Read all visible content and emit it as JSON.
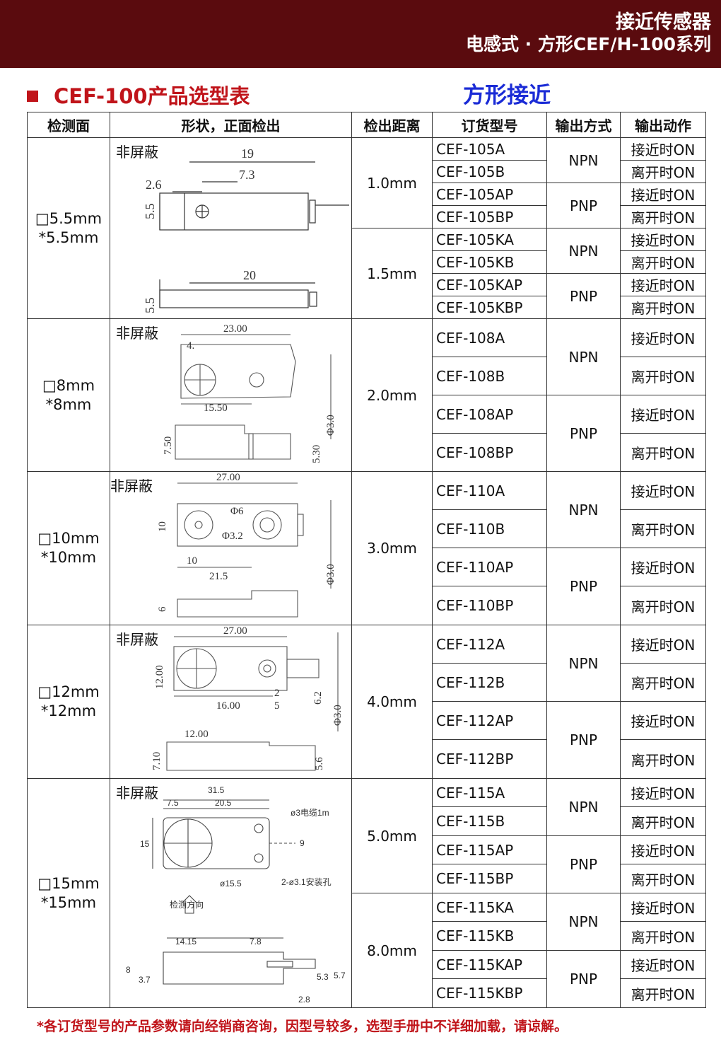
{
  "header": {
    "title": "接近传感器",
    "subtitle": "电感式 · 方形CEF/H-100系列"
  },
  "section": {
    "title": "CEF-100产品选型表",
    "tagline": "方形接近"
  },
  "table": {
    "headers": [
      "检测面",
      "形状，正面检出",
      "检出距离",
      "订货型号",
      "输出方式",
      "输出动作"
    ],
    "shape_label": "非屏蔽",
    "groups": [
      {
        "face": "□5.5mm\n*5.5mm",
        "dims": [
          "19",
          "7.3",
          "2.6",
          "5.5",
          "20",
          "5.5"
        ]
      },
      {
        "face": "□8mm\n*8mm",
        "dims": [
          "23.00",
          "4.",
          "15.50",
          "7.50",
          "5.30",
          "Φ3.0"
        ]
      },
      {
        "face": "□10mm\n*10mm",
        "dims": [
          "27.00",
          "Φ6",
          "Φ3.2",
          "10",
          "10",
          "21.5",
          "Φ3.0",
          "6"
        ]
      },
      {
        "face": "□12mm\n*12mm",
        "dims": [
          "27.00",
          "12.00",
          "16.00",
          "2",
          "5",
          "6.2",
          "Φ3.0",
          "12.00",
          "7.10",
          "5.6"
        ]
      },
      {
        "face": "□15mm\n*15mm",
        "dims": [
          "31.5",
          "7.5",
          "20.5",
          "ø3电缆1m",
          "15",
          "9",
          "ø15.5",
          "2-ø3.1安装孔",
          "检测方向",
          "14.15",
          "7.8",
          "8",
          "3.7",
          "5.3",
          "5.7",
          "2.8"
        ]
      }
    ],
    "distances": [
      "1.0mm",
      "1.5mm",
      "2.0mm",
      "3.0mm",
      "4.0mm",
      "5.0mm",
      "8.0mm"
    ],
    "models": [
      "CEF-105A",
      "CEF-105B",
      "CEF-105AP",
      "CEF-105BP",
      "CEF-105KA",
      "CEF-105KB",
      "CEF-105KAP",
      "CEF-105KBP",
      "CEF-108A",
      "CEF-108B",
      "CEF-108AP",
      "CEF-108BP",
      "CEF-110A",
      "CEF-110B",
      "CEF-110AP",
      "CEF-110BP",
      "CEF-112A",
      "CEF-112B",
      "CEF-112AP",
      "CEF-112BP",
      "CEF-115A",
      "CEF-115B",
      "CEF-115AP",
      "CEF-115BP",
      "CEF-115KA",
      "CEF-115KB",
      "CEF-115KAP",
      "CEF-115KBP"
    ],
    "outputs": [
      "NPN",
      "PNP"
    ],
    "actions": [
      "接近时ON",
      "离开时ON"
    ]
  },
  "footer": "*各订货型号的产品参数请向经销商咨询，因型号较多，选型手册中不详细加载，请谅解。"
}
